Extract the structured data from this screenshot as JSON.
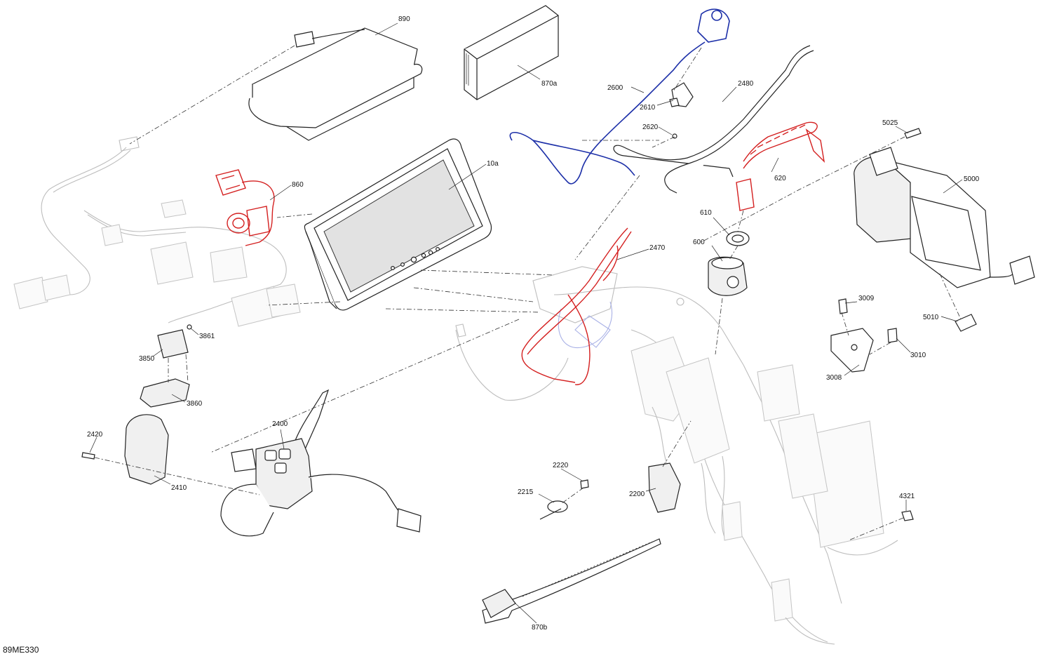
{
  "diagram": {
    "reference_code": "89ME330",
    "callouts": [
      "890",
      "870a",
      "2600",
      "2610",
      "2480",
      "2620",
      "5025",
      "10a",
      "860",
      "620",
      "5000",
      "610",
      "2470",
      "600",
      "3009",
      "3861",
      "5010",
      "3850",
      "3010",
      "3008",
      "3860",
      "2400",
      "2420",
      "2410",
      "2220",
      "2215",
      "2200",
      "4321",
      "870b"
    ]
  }
}
